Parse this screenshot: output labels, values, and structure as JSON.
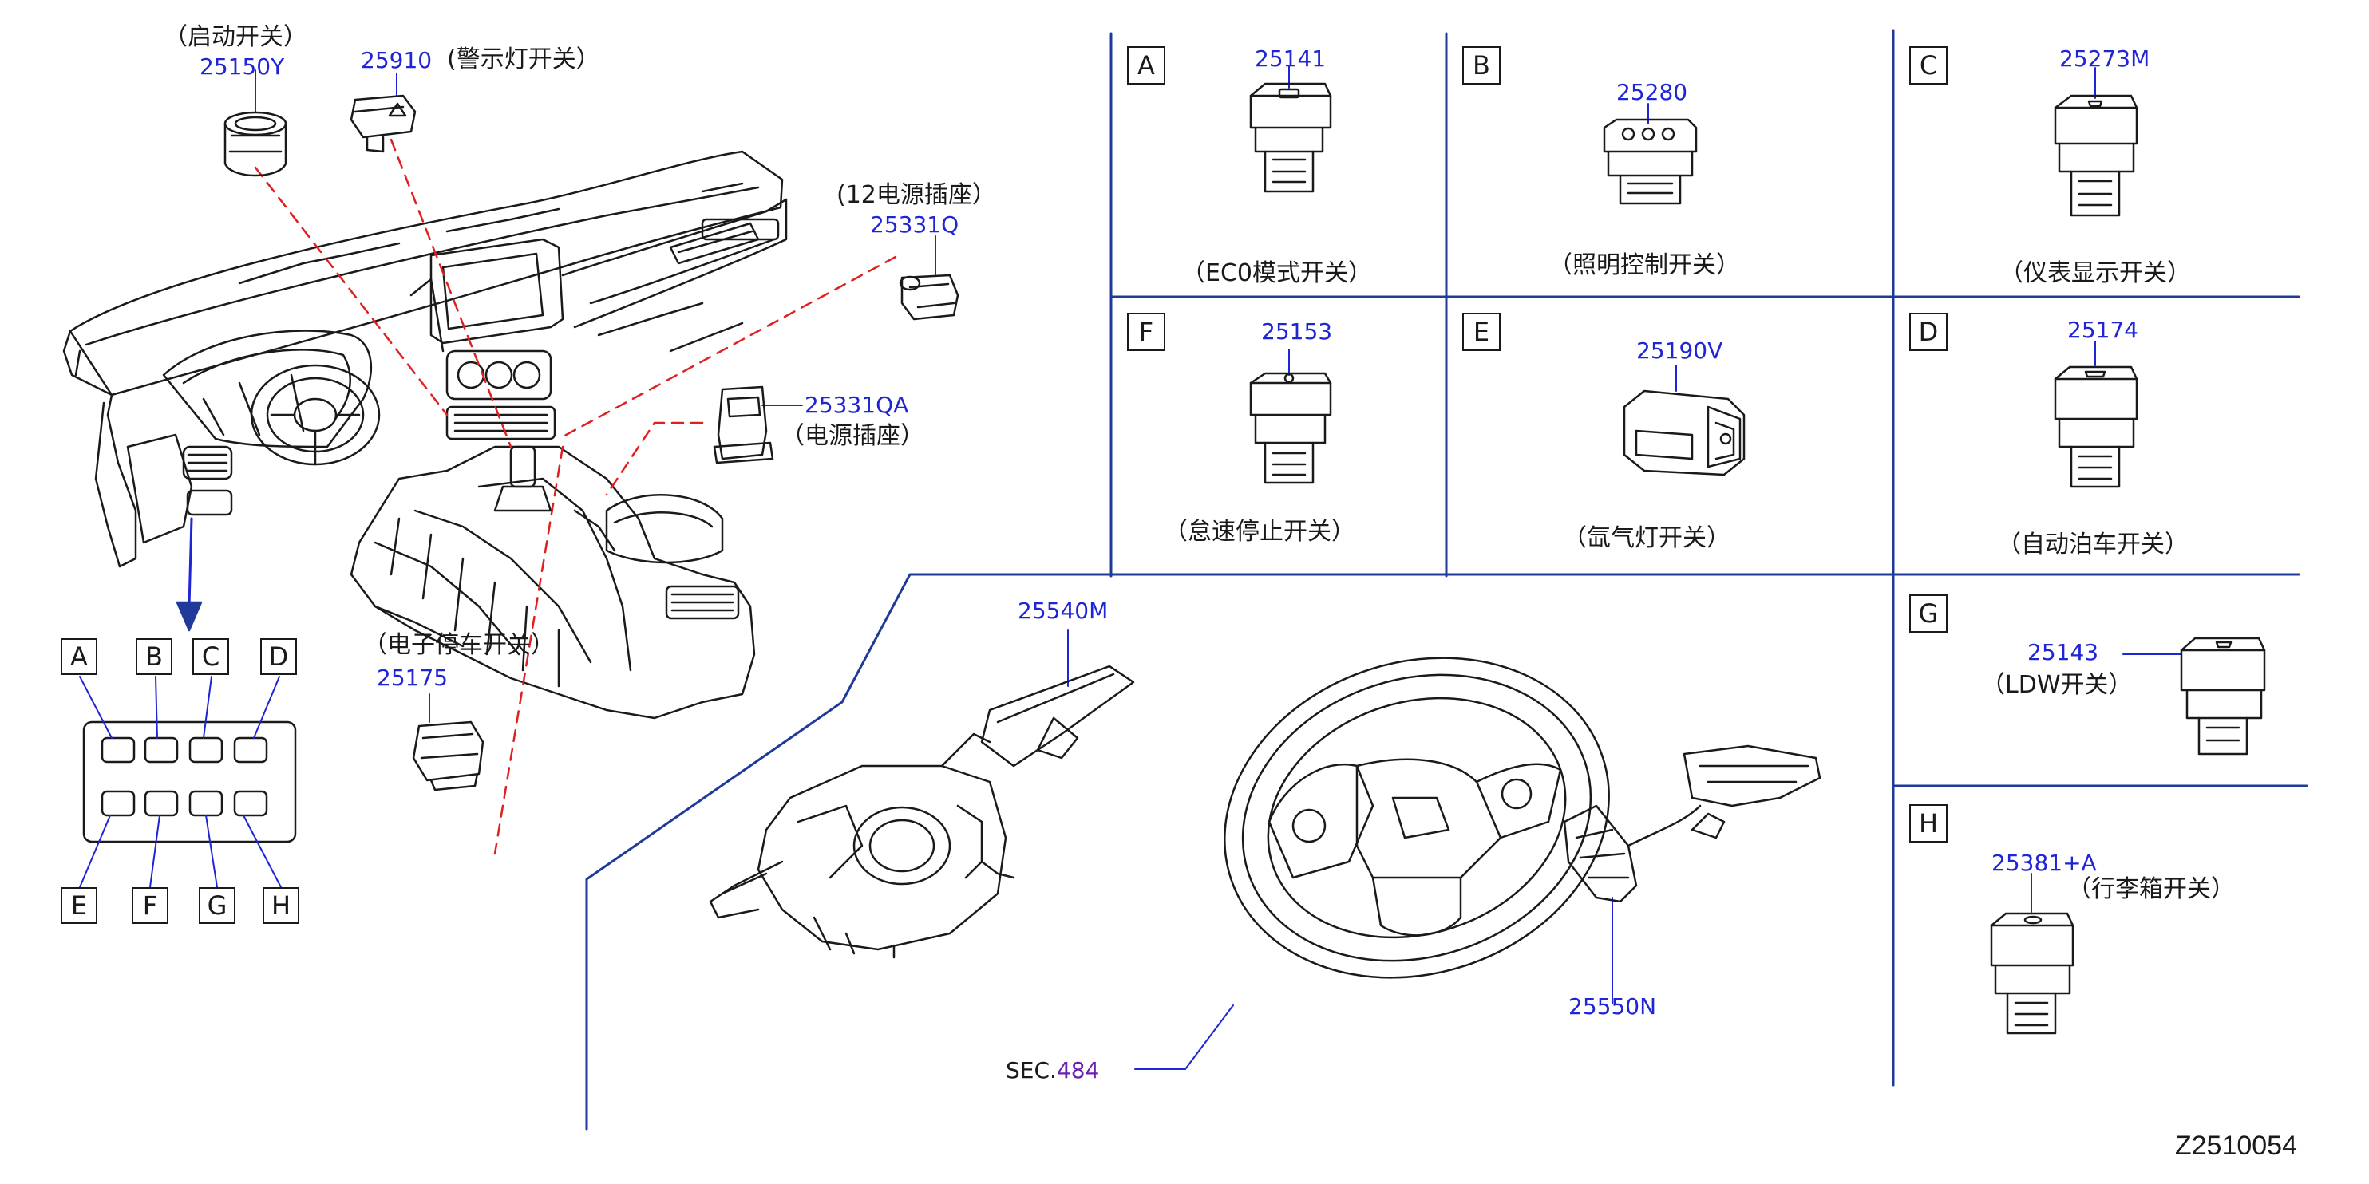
{
  "diagram_id": "Z2510054",
  "colors": {
    "part_number": "#1f24d6",
    "leader": "#1f24d6",
    "divider": "#1f3a9a",
    "hidden_path": "#e02020",
    "section_ref": "#6a1fb0",
    "drawing": "#1a1a1a"
  },
  "callouts": {
    "ignition": {
      "name": "（启动开关）",
      "pn": "25150Y"
    },
    "hazard": {
      "name": "(警示灯开关）",
      "pn": "25910"
    },
    "socket12": {
      "name": "(12电源插座）",
      "pn": "25331Q"
    },
    "socket_qa": {
      "name": "（电源插座）",
      "pn": "25331QA"
    },
    "epb": {
      "name": "（电子停车开关）",
      "pn": "25175"
    },
    "combo": {
      "pn": "25540M"
    },
    "steering_sw": {
      "pn": "25550N"
    },
    "sec": {
      "prefix": "SEC.",
      "num": "484"
    }
  },
  "switch_panel": {
    "top_letters": [
      "A",
      "B",
      "C",
      "D"
    ],
    "bottom_letters": [
      "E",
      "F",
      "G",
      "H"
    ]
  },
  "cells": {
    "A": {
      "letter": "A",
      "pn": "25141",
      "name": "（EC0模式开关）"
    },
    "B": {
      "letter": "B",
      "pn": "25280",
      "name": "（照明控制开关）"
    },
    "C": {
      "letter": "C",
      "pn": "25273M",
      "name": "（仪表显示开关）"
    },
    "F": {
      "letter": "F",
      "pn": "25153",
      "name": "（怠速停止开关）"
    },
    "E": {
      "letter": "E",
      "pn": "25190V",
      "name": "（氙气灯开关）"
    },
    "D": {
      "letter": "D",
      "pn": "25174",
      "name": "（自动泊车开关）"
    },
    "G": {
      "letter": "G",
      "pn": "25143",
      "name": "（LDW开关）"
    },
    "H": {
      "letter": "H",
      "pn": "25381+A",
      "name": "（行李箱开关）"
    }
  }
}
